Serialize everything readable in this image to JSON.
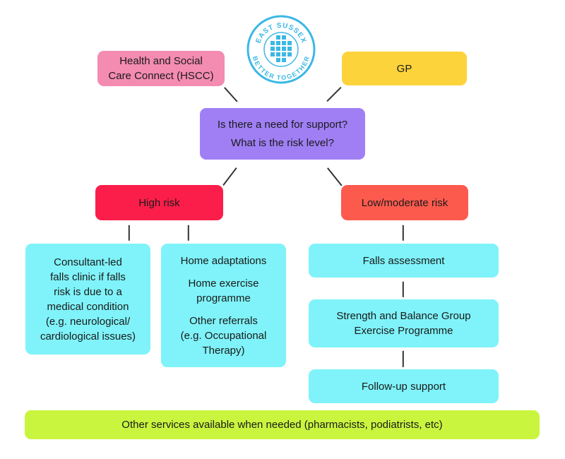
{
  "logo": {
    "top_text": "EAST SUSSEX",
    "bottom_text": "BETTER TOGETHER",
    "color": "#3cb8e4"
  },
  "nodes": {
    "hscc": {
      "lines": [
        "Health and Social",
        "Care Connect (HSCC)"
      ],
      "color": "#f48bb0"
    },
    "gp": {
      "lines": [
        "GP"
      ],
      "color": "#fdd33c"
    },
    "need": {
      "lines": [
        "Is there a need for support?",
        "What is the risk level?"
      ],
      "color": "#a07ff5"
    },
    "high_risk": {
      "lines": [
        "High risk"
      ],
      "color": "#fb1e4a"
    },
    "low_risk": {
      "lines": [
        "Low/moderate risk"
      ],
      "color": "#fd5a4e"
    },
    "consultant": {
      "lines": [
        "Consultant-led",
        "falls clinic if falls",
        "risk is due to a",
        "medical condition",
        "(e.g. neurological/",
        "cardiological issues)"
      ],
      "color": "#7ff3f9"
    },
    "home": {
      "lines": [
        "Home adaptations",
        "",
        "Home exercise",
        "programme",
        "",
        "Other referrals",
        "(e.g. Occupational",
        "Therapy)"
      ],
      "color": "#7ff3f9"
    },
    "falls_assessment": {
      "lines": [
        "Falls assessment"
      ],
      "color": "#7ff3f9"
    },
    "strength_balance": {
      "lines": [
        "Strength and Balance Group",
        "Exercise Programme"
      ],
      "color": "#7ff3f9"
    },
    "followup": {
      "lines": [
        "Follow-up support"
      ],
      "color": "#7ff3f9"
    },
    "other_services": {
      "lines": [
        "Other services available when needed (pharmacists, podiatrists, etc)"
      ],
      "color": "#c9f53f"
    }
  },
  "edges": [
    [
      "hscc",
      "need"
    ],
    [
      "gp",
      "need"
    ],
    [
      "need",
      "high_risk"
    ],
    [
      "need",
      "low_risk"
    ],
    [
      "high_risk",
      "consultant"
    ],
    [
      "high_risk",
      "home"
    ],
    [
      "low_risk",
      "falls_assessment"
    ],
    [
      "falls_assessment",
      "strength_balance"
    ],
    [
      "strength_balance",
      "followup"
    ]
  ]
}
